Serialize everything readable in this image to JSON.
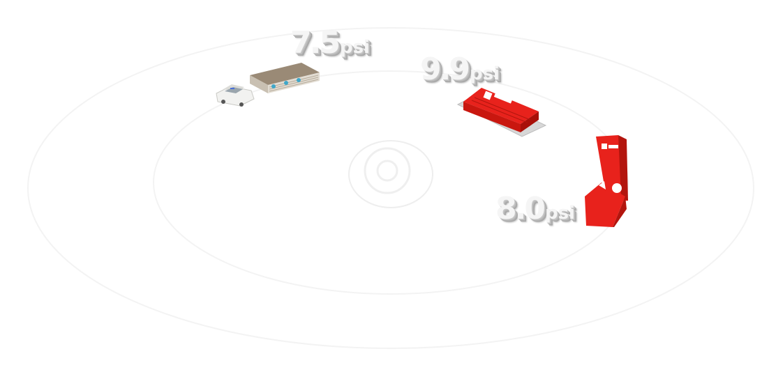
{
  "labels": [
    {
      "id": "a",
      "value": "7.5",
      "unit": "psi"
    },
    {
      "id": "b",
      "value": "9.9",
      "unit": "psi"
    },
    {
      "id": "c",
      "value": "8.0",
      "unit": "psi"
    }
  ],
  "icons": [
    "car-icon",
    "building-icon",
    "shipping-container-icon",
    "stacked-containers-icon"
  ],
  "colors": {
    "container_red": "#e8221c",
    "building_brown": "#8b7b68",
    "window_blue": "#3fa7c9",
    "car_white": "#f2f2f0"
  }
}
